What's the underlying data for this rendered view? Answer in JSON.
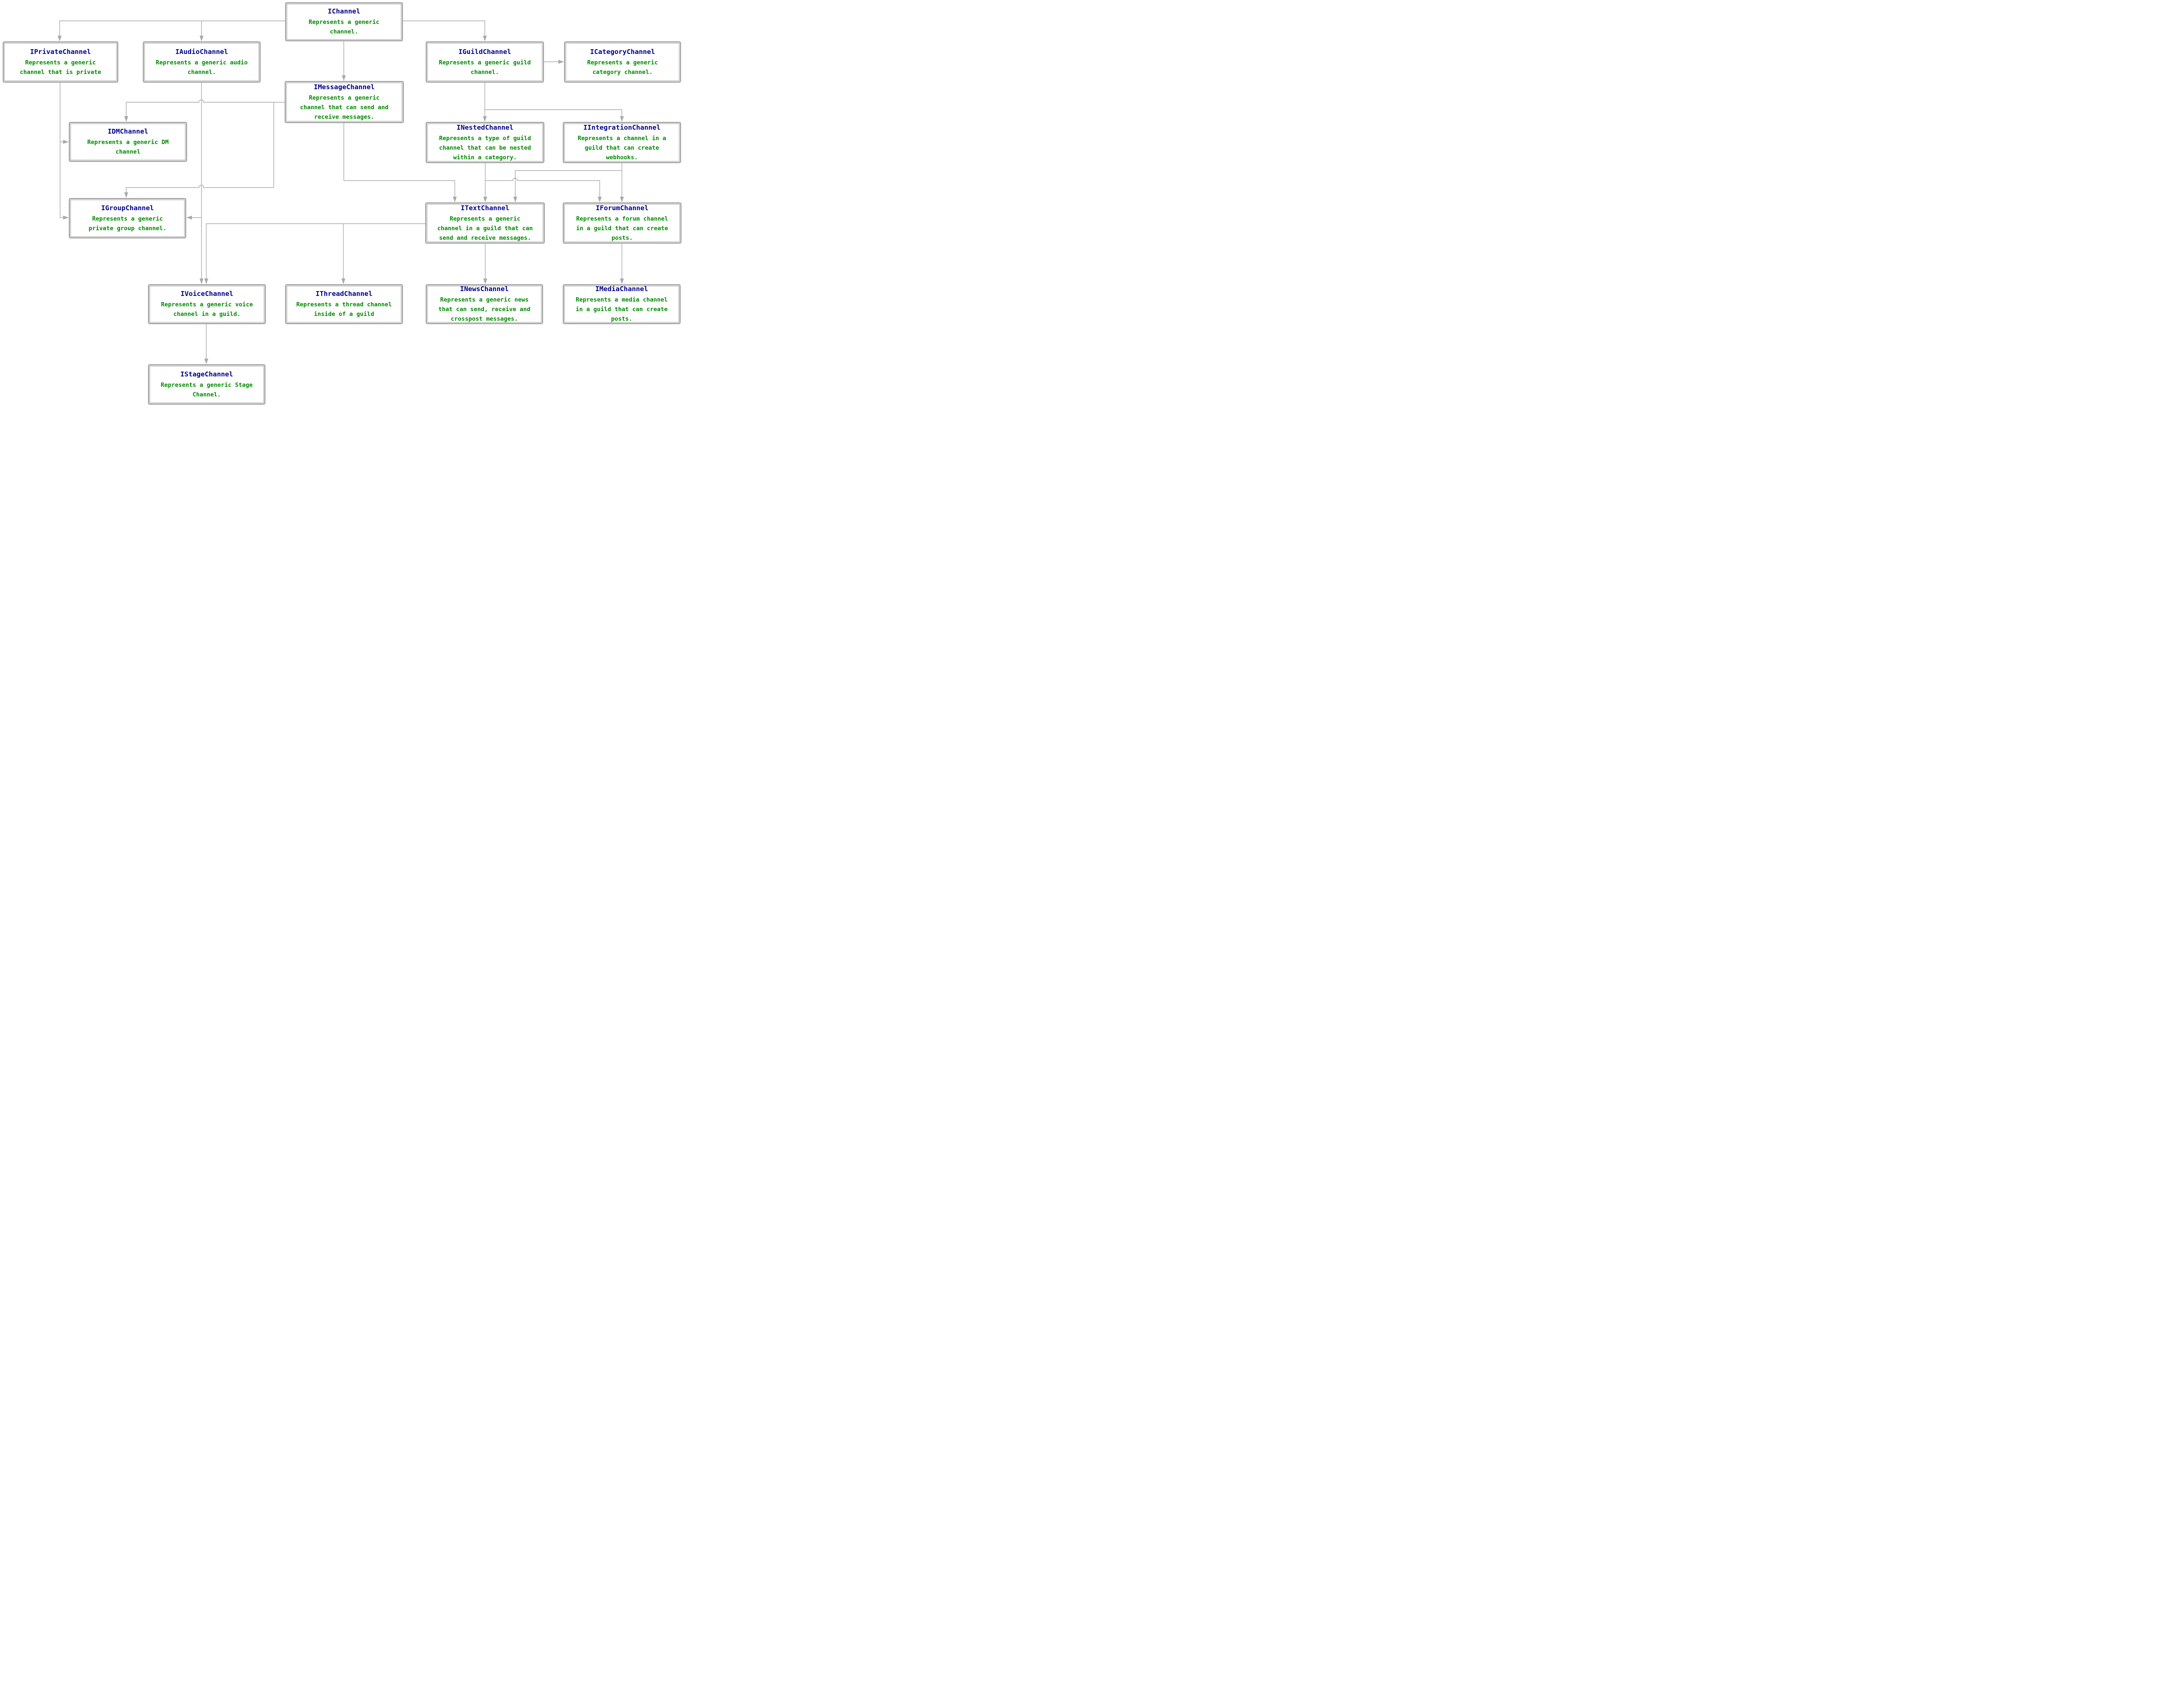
{
  "diagram": {
    "type": "interface-inheritance-diagram",
    "background_color": "#ffffff",
    "colors": {
      "node_border": "#a9a9a9",
      "edge": "#a9a9a9",
      "title_text": "#00008b",
      "description_text": "#008b00"
    },
    "nodes": [
      {
        "id": "IChannel",
        "title": "IChannel",
        "description": "Represents a generic\nchannel."
      },
      {
        "id": "IPrivateChannel",
        "title": "IPrivateChannel",
        "description": "Represents a generic\nchannel that is private"
      },
      {
        "id": "IAudioChannel",
        "title": "IAudioChannel",
        "description": "Represents a generic audio\nchannel."
      },
      {
        "id": "IGuildChannel",
        "title": "IGuildChannel",
        "description": "Represents a generic guild\nchannel."
      },
      {
        "id": "ICategoryChannel",
        "title": "ICategoryChannel",
        "description": "Represents a generic\ncategory channel."
      },
      {
        "id": "IMessageChannel",
        "title": "IMessageChannel",
        "description": "Represents a generic\nchannel that can send and\nreceive messages."
      },
      {
        "id": "IDMChannel",
        "title": "IDMChannel",
        "description": "Represents a generic DM\nchannel"
      },
      {
        "id": "INestedChannel",
        "title": "INestedChannel",
        "description": "Represents a type of guild\nchannel that can be nested\nwithin a category."
      },
      {
        "id": "IIntegrationChannel",
        "title": "IIntegrationChannel",
        "description": "Represents a channel in a\nguild that can create\nwebhooks."
      },
      {
        "id": "IGroupChannel",
        "title": "IGroupChannel",
        "description": "Represents a generic\nprivate group channel."
      },
      {
        "id": "ITextChannel",
        "title": "ITextChannel",
        "description": "Represents a generic\nchannel in a guild that can\nsend and receive messages."
      },
      {
        "id": "IForumChannel",
        "title": "IForumChannel",
        "description": "Represents a forum channel\nin a guild that can create\nposts."
      },
      {
        "id": "IVoiceChannel",
        "title": "IVoiceChannel",
        "description": "Represents a generic voice\nchannel in a guild."
      },
      {
        "id": "IThreadChannel",
        "title": "IThreadChannel",
        "description": "Represents a thread channel\ninside of a guild"
      },
      {
        "id": "INewsChannel",
        "title": "INewsChannel",
        "description": "Represents a generic news\nthat can send, receive and\ncrosspost messages."
      },
      {
        "id": "IMediaChannel",
        "title": "IMediaChannel",
        "description": "Represents a media channel\nin a guild that can create\nposts."
      },
      {
        "id": "IStageChannel",
        "title": "IStageChannel",
        "description": "Represents a generic Stage\nChannel."
      }
    ],
    "edges": [
      {
        "from": "IChannel",
        "to": "IPrivateChannel"
      },
      {
        "from": "IChannel",
        "to": "IAudioChannel"
      },
      {
        "from": "IChannel",
        "to": "IGuildChannel"
      },
      {
        "from": "IChannel",
        "to": "IMessageChannel"
      },
      {
        "from": "IGuildChannel",
        "to": "ICategoryChannel"
      },
      {
        "from": "IGuildChannel",
        "to": "INestedChannel"
      },
      {
        "from": "IGuildChannel",
        "to": "IIntegrationChannel"
      },
      {
        "from": "IMessageChannel",
        "to": "IDMChannel"
      },
      {
        "from": "IMessageChannel",
        "to": "IGroupChannel"
      },
      {
        "from": "IMessageChannel",
        "to": "ITextChannel"
      },
      {
        "from": "IPrivateChannel",
        "to": "IDMChannel"
      },
      {
        "from": "IPrivateChannel",
        "to": "IGroupChannel"
      },
      {
        "from": "IAudioChannel",
        "to": "IGroupChannel"
      },
      {
        "from": "IAudioChannel",
        "to": "IVoiceChannel"
      },
      {
        "from": "INestedChannel",
        "to": "ITextChannel"
      },
      {
        "from": "INestedChannel",
        "to": "IForumChannel"
      },
      {
        "from": "IIntegrationChannel",
        "to": "ITextChannel"
      },
      {
        "from": "IIntegrationChannel",
        "to": "IForumChannel"
      },
      {
        "from": "ITextChannel",
        "to": "IVoiceChannel"
      },
      {
        "from": "ITextChannel",
        "to": "IThreadChannel"
      },
      {
        "from": "ITextChannel",
        "to": "INewsChannel"
      },
      {
        "from": "IForumChannel",
        "to": "IMediaChannel"
      },
      {
        "from": "IVoiceChannel",
        "to": "IStageChannel"
      }
    ]
  }
}
